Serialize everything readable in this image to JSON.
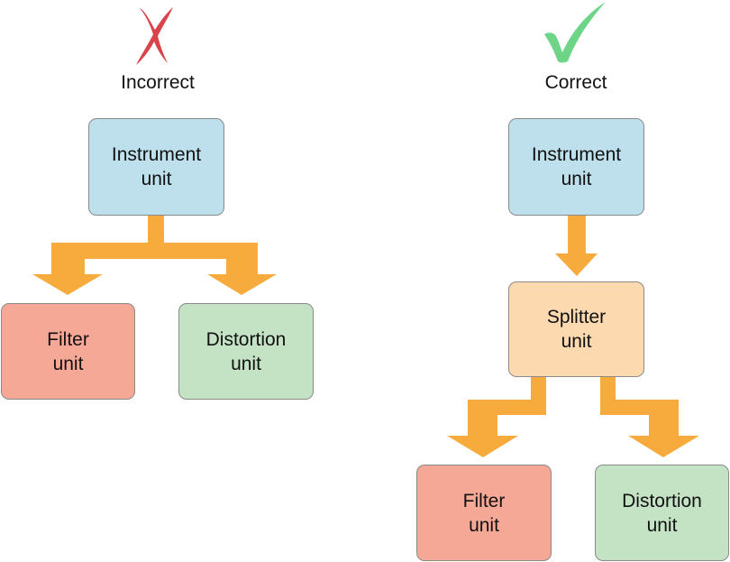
{
  "colors": {
    "arrow": "#f7ab3c",
    "incorrect_mark": "#d9434a",
    "correct_mark": "#6dd488",
    "instrument_fill": "#bde0ec",
    "splitter_fill": "#fdd9af",
    "filter_fill": "#f5a896",
    "distortion_fill": "#c4e3c5",
    "box_border": "#8a8a8a"
  },
  "incorrect": {
    "mark_icon": "cross-icon",
    "label": "Incorrect",
    "instrument_label": "Instrument\nunit",
    "filter_label": "Filter\nunit",
    "distortion_label": "Distortion\nunit"
  },
  "correct": {
    "mark_icon": "check-icon",
    "label": "Correct",
    "instrument_label": "Instrument\nunit",
    "splitter_label": "Splitter\nunit",
    "filter_label": "Filter\nunit",
    "distortion_label": "Distortion\nunit"
  }
}
